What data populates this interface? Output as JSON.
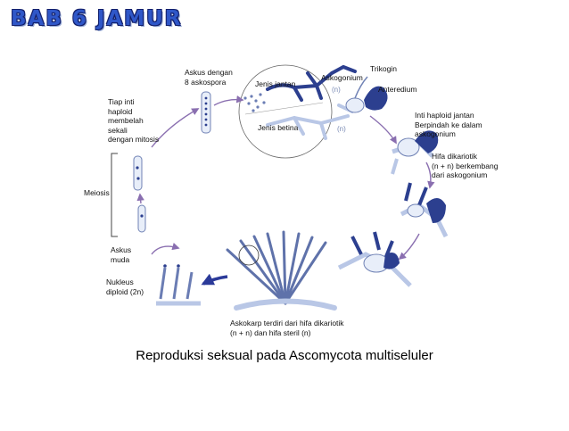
{
  "title": "BAB 6  JAMUR",
  "caption": "Reproduksi seksual pada Ascomycota multiseluler",
  "labels": {
    "askus_8": "Askus dengan\n8 askospora",
    "jenis_jantan": "Jenis jantan",
    "jenis_betina": "Jenis betina",
    "askogonium": "Askogonium",
    "trikogin": "Trikogin",
    "anteredium": "Anteredium",
    "ploidy_top": "(n)",
    "ploidy_bottom": "(n)",
    "tiap_inti": "Tiap inti\nhaploid\nmembelah\nsekali\ndengan mitosis",
    "inti_haploid": "Inti haploid jantan\nBerpindah ke dalam\naskogonium",
    "hifa_dikariotik": "Hifa dikariotik\n(n + n) berkembang\ndari askogonium",
    "meiosis": "Meiosis",
    "askus_muda": "Askus\nmuda",
    "nukleus": "Nukleus\ndiploid (2n)",
    "askokarp": "Askokarp terdiri dari hifa dikariotik\n(n + n) dan hifa steril (n)"
  },
  "colors": {
    "title": "#2f57c8",
    "hypha_dark": "#2c3f8f",
    "hypha_light": "#b9c7e6",
    "arrow": "#8a6fb0",
    "arrow_big": "#2b3a99"
  }
}
